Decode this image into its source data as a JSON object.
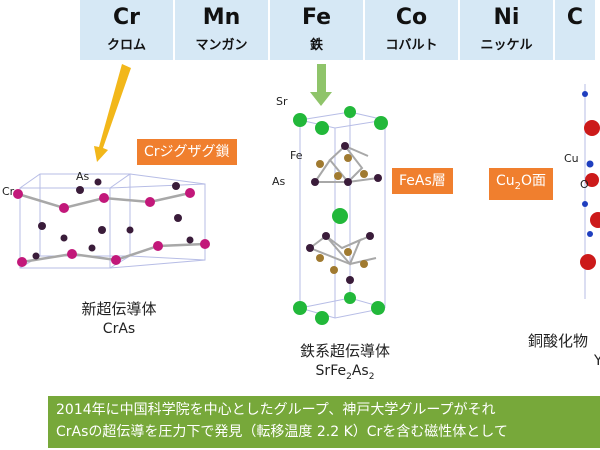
{
  "periodic_row": [
    {
      "symbol": "Cr",
      "name": "クロム"
    },
    {
      "symbol": "Mn",
      "name": "マンガン"
    },
    {
      "symbol": "Fe",
      "name": "鉄"
    },
    {
      "symbol": "Co",
      "name": "コバルト"
    },
    {
      "symbol": "Ni",
      "name": "ニッケル"
    },
    {
      "symbol": "C",
      "name": ""
    }
  ],
  "tags": {
    "cr_zigzag": "Crジグザグ鎖",
    "feas_layer": "FeAs層",
    "cu2o_prefix": "Cu",
    "cu2o_sub": "2",
    "cu2o_suffix": "O面"
  },
  "labels": {
    "cras_as": "As",
    "cras_cr": "Cr",
    "sr": "Sr",
    "fe": "Fe",
    "as": "As",
    "cu": "Cu",
    "o": "O"
  },
  "captions": {
    "cras_name": "新超伝導体",
    "cras_formula": "CrAs",
    "srfeas_name": "鉄系超伝導体",
    "srfeas_f1": "SrFe",
    "srfeas_s1": "2",
    "srfeas_f2": "As",
    "srfeas_s2": "2",
    "cu_name": "銅酸化物",
    "cu_formula": "Y"
  },
  "note": {
    "line1": "2014年に中国科学院を中心としたグループ、神戸大学グループがそれ",
    "line2": "CrAsの超伝導を圧力下で発見（転移温度 2.2 K）Crを含む磁性体として"
  },
  "colors": {
    "cell_bg": "#d6e8f5",
    "tag_orange": "#f07f2e",
    "note_green": "#77a83a",
    "arrow_yellow": "#f2b71a",
    "arrow_green": "#8fc46a",
    "cr_atom": "#c2187a",
    "as_atom": "#3a1c3a",
    "sr_atom": "#22b83a",
    "fe_atom": "#a07a30",
    "cu_atom": "#1f3fbf",
    "o_atom": "#cc1a1a"
  }
}
